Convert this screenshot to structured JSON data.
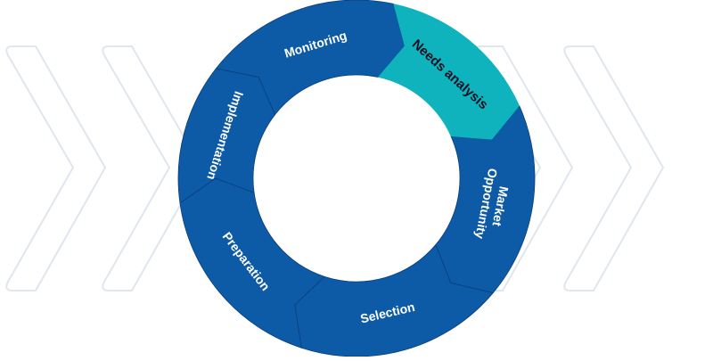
{
  "cycle": {
    "segments": [
      {
        "label": "Needs analysis",
        "color": "#0fb3bd",
        "text_color": "#0b1020",
        "highlighted": true
      },
      {
        "label": "Market Opportunity",
        "color": "#0d5aa7",
        "text_color": "#ffffff",
        "highlighted": false
      },
      {
        "label": "Selection",
        "color": "#0d5aa7",
        "text_color": "#ffffff",
        "highlighted": false
      },
      {
        "label": "Preparation",
        "color": "#0d5aa7",
        "text_color": "#ffffff",
        "highlighted": false
      },
      {
        "label": "Implementation",
        "color": "#0d5aa7",
        "text_color": "#ffffff",
        "highlighted": false
      },
      {
        "label": "Monitoring",
        "color": "#0d5aa7",
        "text_color": "#ffffff",
        "highlighted": false
      }
    ],
    "background_chevron_color": "#dfe6ee",
    "separator_color": "#0a3f7a"
  }
}
